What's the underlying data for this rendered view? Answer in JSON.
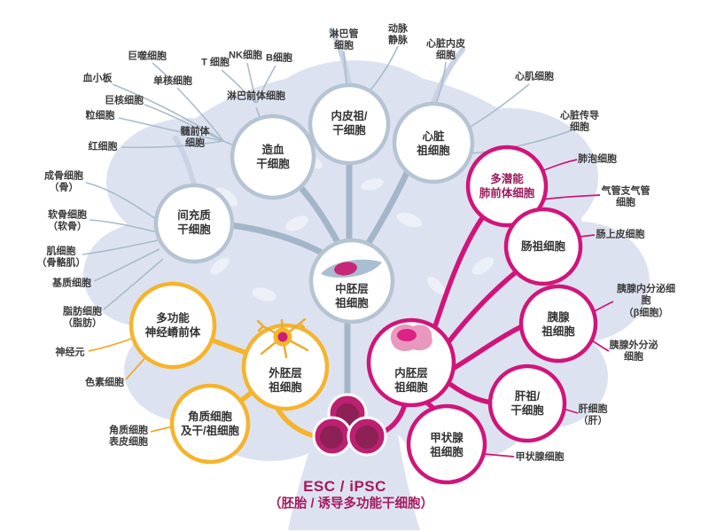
{
  "diagram_title": {
    "line1": "ESC / iPSC",
    "line2": "（胚胎 / 诱导多功能干细胞）"
  },
  "colors": {
    "mesoderm_lineage": "#a3b6c9",
    "ectoderm_lineage": "#f5b42c",
    "endoderm_lineage": "#d0157a",
    "canopy": "#dde2f1",
    "label_text": "#3a3a3a",
    "title_text": "#a6195e",
    "esc_cell_outer": "#bb2071",
    "esc_cell_inner": "#8d2055"
  },
  "nodes": [
    {
      "id": "mesoderm-progenitor",
      "label": "中胚层\n祖细胞",
      "lineage": "mesoderm"
    },
    {
      "id": "mesenchymal-stem",
      "label": "间充质\n干细胞",
      "lineage": "mesoderm"
    },
    {
      "id": "hematopoietic-stem",
      "label": "造血\n干细胞",
      "lineage": "mesoderm"
    },
    {
      "id": "endothelial-progenitor",
      "label": "内皮祖/\n干细胞",
      "lineage": "mesoderm"
    },
    {
      "id": "cardiac-progenitor",
      "label": "心脏\n祖细胞",
      "lineage": "mesoderm"
    },
    {
      "id": "neural-crest-precursor",
      "label": "多功能\n神经嵴前体",
      "lineage": "ectoderm"
    },
    {
      "id": "ectoderm-progenitor",
      "label": "外胚层\n祖细胞",
      "lineage": "ectoderm"
    },
    {
      "id": "keratinocyte-stem",
      "label": "角质细胞\n及干/祖细胞",
      "lineage": "ectoderm"
    },
    {
      "id": "endoderm-progenitor",
      "label": "内胚层\n祖细胞",
      "lineage": "endoderm"
    },
    {
      "id": "lung-precursor",
      "label": "多潜能\n肺前体细胞",
      "lineage": "endoderm"
    },
    {
      "id": "intestinal-progenitor",
      "label": "肠祖细胞",
      "lineage": "endoderm"
    },
    {
      "id": "pancreatic-progenitor",
      "label": "胰腺\n祖细胞",
      "lineage": "endoderm"
    },
    {
      "id": "hepatic-stem",
      "label": "肝祖/\n干细胞",
      "lineage": "endoderm"
    },
    {
      "id": "thyroid-progenitor",
      "label": "甲状腺\n祖细胞",
      "lineage": "endoderm"
    }
  ],
  "leaves": [
    {
      "label": "巨噬细胞"
    },
    {
      "label": "血小板"
    },
    {
      "label": "单核细胞"
    },
    {
      "label": "巨核细胞"
    },
    {
      "label": "粒细胞"
    },
    {
      "label": "红细胞"
    },
    {
      "label": "髓前体\n细胞"
    },
    {
      "label": "T 细胞"
    },
    {
      "label": "NK细胞"
    },
    {
      "label": "B细胞"
    },
    {
      "label": "淋巴前体细胞"
    },
    {
      "label": "淋巴管\n细胞"
    },
    {
      "label": "动脉\n静脉"
    },
    {
      "label": "心脏内皮\n细胞"
    },
    {
      "label": "心肌细胞"
    },
    {
      "label": "心脏传导\n细胞"
    },
    {
      "label": "成骨细胞\n（骨）"
    },
    {
      "label": "软骨细胞\n（软骨）"
    },
    {
      "label": "肌细胞\n（骨骼肌）"
    },
    {
      "label": "基质细胞"
    },
    {
      "label": "脂肪细胞\n（脂肪）"
    },
    {
      "label": "神经元"
    },
    {
      "label": "色素细胞"
    },
    {
      "label": "角质细胞\n表皮细胞"
    },
    {
      "label": "肺泡细胞"
    },
    {
      "label": "气管支气管\n细胞"
    },
    {
      "label": "肠上皮细胞"
    },
    {
      "label": "胰腺内分泌细胞\n（β细胞）"
    },
    {
      "label": "胰腺外分泌\n细胞"
    },
    {
      "label": "肝细胞\n（肝）"
    },
    {
      "label": "甲状腺细胞"
    }
  ]
}
